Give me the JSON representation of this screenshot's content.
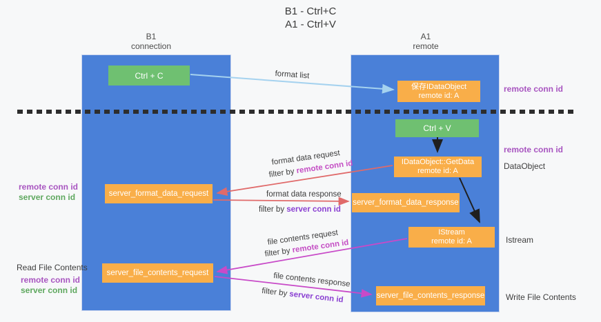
{
  "title": {
    "line1": "B1 - Ctrl+C",
    "line2": "A1 - Ctrl+V"
  },
  "columns": {
    "left": {
      "header_line1": "B1",
      "header_line2": "connection"
    },
    "right": {
      "header_line1": "A1",
      "header_line2": "remote"
    }
  },
  "nodes": {
    "ctrl_c": "Ctrl + C",
    "save_idataobject": {
      "line1": "保存IDataObject",
      "line2": "remote id: A"
    },
    "ctrl_v": "Ctrl + V",
    "getdata": {
      "line1": "IDataObject::GetData",
      "line2": "remote id: A"
    },
    "format_request": "server_format_data_request",
    "format_response": "server_format_data_response",
    "istream": {
      "line1": "IStream",
      "line2": "remote id: A"
    },
    "file_request": "server_file_contents_request",
    "file_response": "server_file_contents_response"
  },
  "flow": {
    "format_list": "format list",
    "format_data_request": "format data request",
    "format_data_response": "format data response",
    "file_contents_request": "file contents request",
    "file_contents_response": "file contents response",
    "filter_by": "filter by ",
    "remote_conn_id": "remote conn id",
    "server_conn_id": "server conn id"
  },
  "side": {
    "remote_conn_id": "remote conn id",
    "server_conn_id": "server conn id",
    "dataobject": "DataObject",
    "istream": "Istream",
    "read_file_contents": "Read File Contents",
    "write_file_contents": "Write File Contents"
  },
  "colors": {
    "lifeline_blue": "#4a80d8",
    "node_green": "#6fc071",
    "node_orange": "#f9ae49",
    "arrow_blue": "#a5d2ef",
    "arrow_red": "#e06a6a",
    "arrow_magenta": "#c84ac8",
    "arrow_black": "#1f1f1f",
    "remote_conn_magenta": "#c44ec4",
    "server_conn_violet": "#8a3fd2",
    "server_conn_green": "#5fa85f",
    "side_purple": "#a855c0"
  }
}
